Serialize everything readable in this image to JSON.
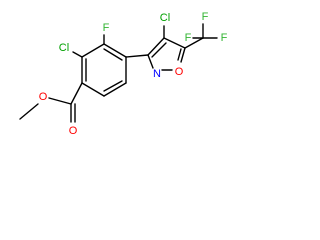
{
  "molecule": {
    "colors": {
      "bond": "#000000",
      "carbon": "#000000",
      "chlorine": "#00a000",
      "fluorine": "#32b432",
      "oxygen": "#ff0000",
      "nitrogen": "#0000ff"
    },
    "atoms": {
      "f_ring": "F",
      "cl_ring": "Cl",
      "cl_isox": "Cl",
      "n_isox": "N",
      "o_isox": "O",
      "f_cf3_top": "F",
      "f_cf3_left": "F",
      "f_cf3_right": "F",
      "o_carbonyl": "O",
      "o_ester": "O"
    }
  }
}
